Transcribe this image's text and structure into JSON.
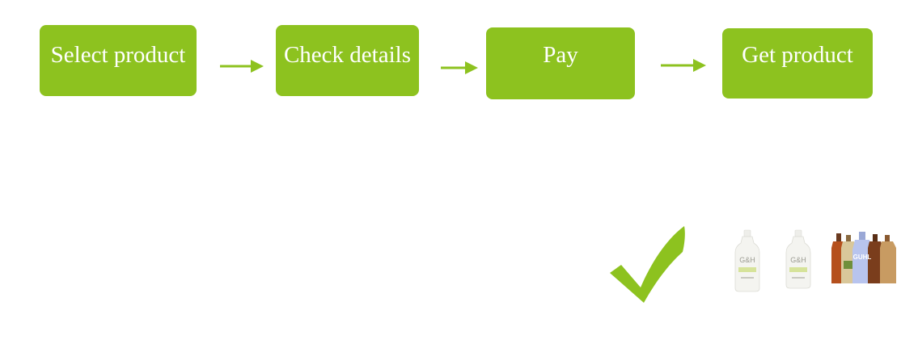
{
  "steps": [
    {
      "label": "Select product"
    },
    {
      "label": "Check details"
    },
    {
      "label": "Pay"
    },
    {
      "label": "Get product"
    }
  ],
  "colors": {
    "accent": "#8dc21f",
    "text": "#ffffff"
  },
  "icons": [
    "arrow-right-icon",
    "checkmark-icon"
  ],
  "products": {
    "bottle_1_brand": "G&H",
    "bottle_2_brand": "G&H",
    "group_brand": "GUHL"
  }
}
